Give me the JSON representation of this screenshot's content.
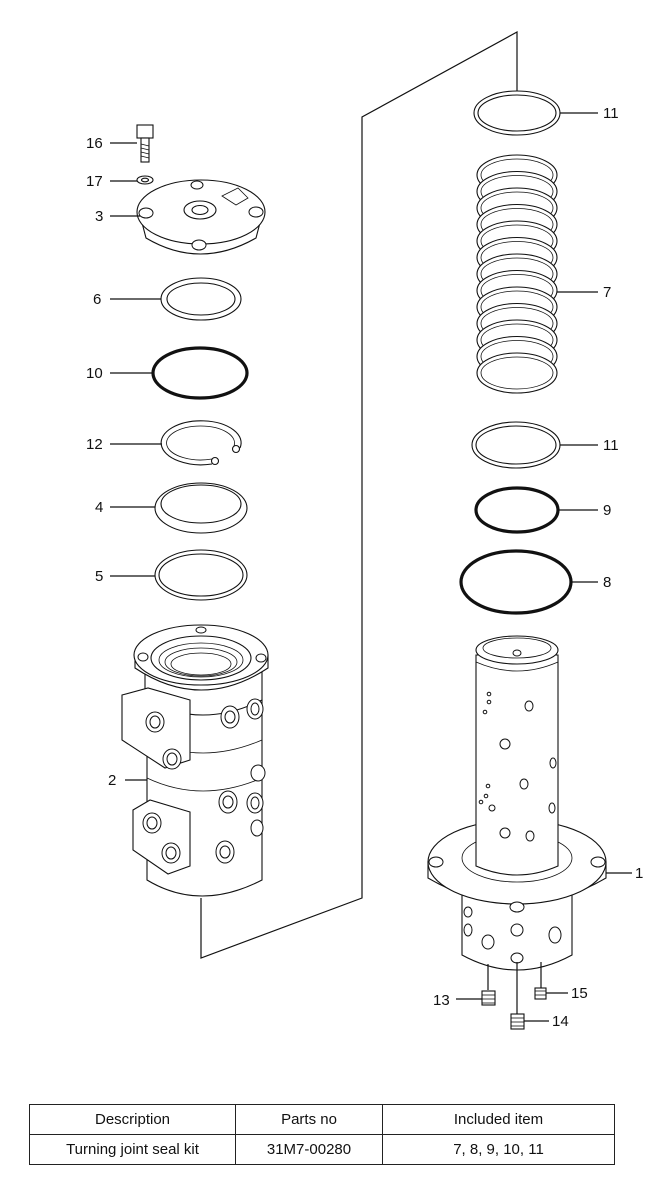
{
  "callouts": {
    "c1": "1",
    "c2": "2",
    "c3": "3",
    "c4": "4",
    "c5": "5",
    "c6": "6",
    "c7": "7",
    "c8": "8",
    "c9": "9",
    "c10": "10",
    "c11a": "11",
    "c11b": "11",
    "c12": "12",
    "c13": "13",
    "c14": "14",
    "c15": "15",
    "c16": "16",
    "c17": "17"
  },
  "table": {
    "headers": [
      "Description",
      "Parts no",
      "Included item"
    ],
    "rows": [
      [
        "Turning joint seal kit",
        "31M7-00280",
        "7, 8, 9, 10, 11"
      ]
    ]
  }
}
